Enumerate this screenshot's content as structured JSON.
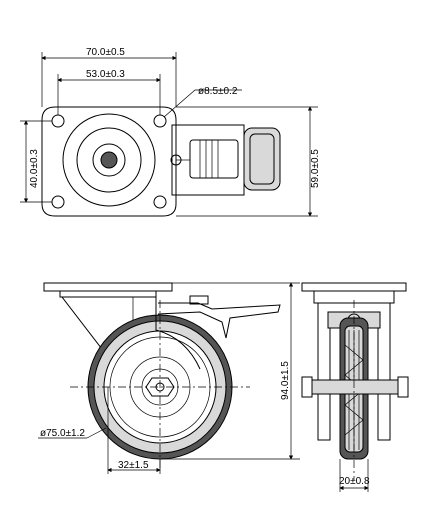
{
  "dimensions": {
    "plate_width": "70.0±0.5",
    "hole_spacing_x": "53.0±0.3",
    "hole_diameter": "ø8.5±0.2",
    "hole_spacing_y": "40.0±0.3",
    "plate_length": "59.0±0.5",
    "total_height": "94.0±1.5",
    "wheel_diameter": "ø75.0±1.2",
    "offset": "32±1.5",
    "wheel_width": "20±0.8"
  }
}
